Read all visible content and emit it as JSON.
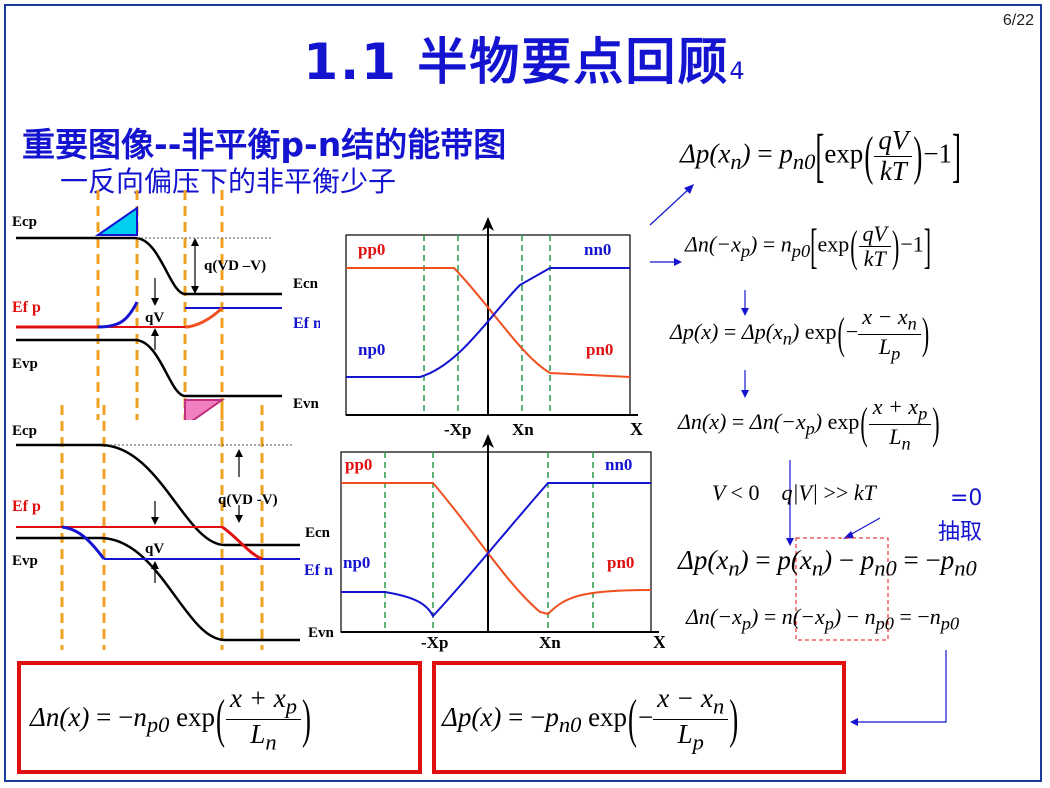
{
  "page_number": "6/22",
  "title": {
    "main": "1.1  半物要点回顾",
    "sub": "4"
  },
  "heading": "重要图像--非平衡p-n结的能带图",
  "subheading": "一反向偏压下的非平衡少子",
  "band_labels": {
    "top": {
      "ecp": "Ecp",
      "efp": "Ef p",
      "evp": "Evp",
      "ecn": "Ecn",
      "efn": "Ef n",
      "evn": "Evn",
      "qv": "qV",
      "qvd": "q(VD –V)"
    },
    "bottom": {
      "ecp": "Ecp",
      "efp": "Ef p",
      "evp": "Evp",
      "ecn": "Ecn",
      "efn": "Ef n",
      "evn": "Evn",
      "qv": "qV",
      "qvd": "q(VD -V)"
    }
  },
  "carrier_plot_top": {
    "pp0": "pp0",
    "nn0": "nn0",
    "np0": "np0",
    "pn0": "pn0",
    "xp": "-Xp",
    "xn": "Xn",
    "x": "X"
  },
  "carrier_plot_bottom": {
    "pp0": "pp0",
    "nn0": "nn0",
    "np0": "np0",
    "pn0": "pn0",
    "xp": "-Xp",
    "xn": "Xn",
    "x": "X"
  },
  "notes": {
    "zero": "=0",
    "extract": "抽取"
  },
  "colors": {
    "blue": "#1414d0",
    "red": "#e01010",
    "orange": "#f0a020",
    "green": "#2a9a4a",
    "cyan": "#00d0f0",
    "pink": "#f080c0"
  }
}
